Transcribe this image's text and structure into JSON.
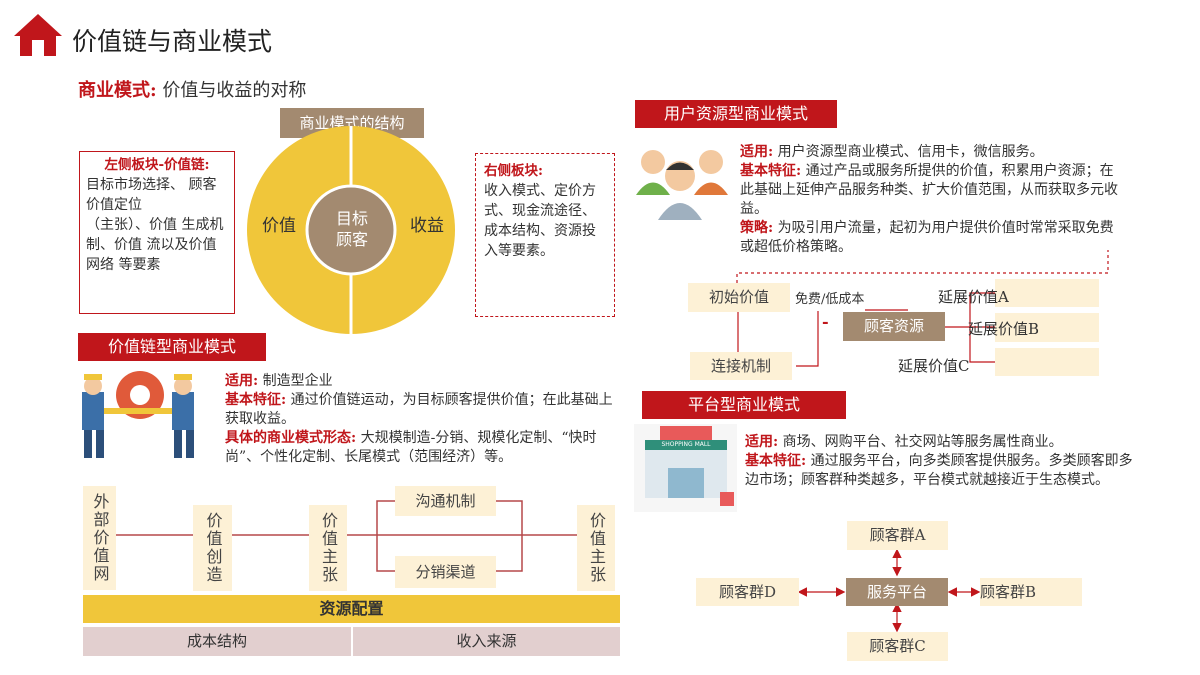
{
  "header": {
    "title": "价值链与商业模式",
    "home_icon": "house-icon"
  },
  "subtitle": {
    "highlight": "商业模式:",
    "text": " 价值与收益的对称"
  },
  "structure": {
    "label": "商业模式的结构",
    "left_value": "价值",
    "right_value": "收益",
    "center": "目标顾客",
    "left_box_title": "左侧板块-价值链:",
    "left_box_text1": "目标市场选择、 顾客价值定位",
    "left_box_text2": "（主张）、价值 生成机制、价值 流以及价值网络 等要素",
    "right_box_title": "右侧板块:",
    "right_box_text": "收入模式、定价方式、现金流途径、成本结构、资源投入等要素。"
  },
  "value_chain": {
    "header": "价值链型商业模式",
    "apply_label": "适用:",
    "apply_text": "制造型企业",
    "feature_label": "基本特征:",
    "feature_text": "通过价值链运动，为目标顾客提供价值；在此基础上获取收益。",
    "form_label": "具体的商业模式形态:",
    "form_text": "大规模制造-分销、规模化定制、“快时尚”、个性化定制、长尾模式（范围经济）等。",
    "col1": "外部价值网",
    "col2": "价值创造",
    "col3": "价值主张",
    "col4": "价值主张",
    "top_box": "沟通机制",
    "bottom_box": "分销渠道",
    "resource": "资源配置",
    "cost": "成本结构",
    "income": "收入来源"
  },
  "user_resource": {
    "header": "用户资源型商业模式",
    "apply_label": "适用:",
    "apply_text": "用户资源型商业模式、信用卡，微信服务。",
    "feature_label": "基本特征:",
    "feature_text": "通过产品或服务所提供的价值，积累用户资源；在此基础上延伸产品服务种类、扩大价值范围，从而获取多元收益。",
    "strategy_label": "策略:",
    "strategy_text": "为吸引用户流量，起初为用户提供价值时常常采取免费或超低价格策略。",
    "initial": "初始价值",
    "free": "免费/低成本",
    "customer_resource": "顾客资源",
    "connect": "连接机制",
    "ext_a": "延展价值A",
    "ext_b": "延展价值B",
    "ext_c": "延展价值C",
    "dash": "-"
  },
  "platform": {
    "header": "平台型商业模式",
    "apply_label": "适用:",
    "apply_text": "商场、网购平台、社交网站等服务属性商业。",
    "feature_label": "基本特征:",
    "feature_text": "通过服务平台，向多类顾客提供服务。多类顾客即多边市场；顾客群种类越多，平台模式就越接近于生态模式。",
    "service": "服务平台",
    "group_a": "顾客群A",
    "group_b": "顾客群B",
    "group_c": "顾客群C",
    "group_d": "顾客群D",
    "mall_sign": "SHOPPING MALL"
  },
  "colors": {
    "red": "#c0161b",
    "gold": "#f0c63a",
    "tan": "#a38a70",
    "cream": "#fdf1d6"
  }
}
